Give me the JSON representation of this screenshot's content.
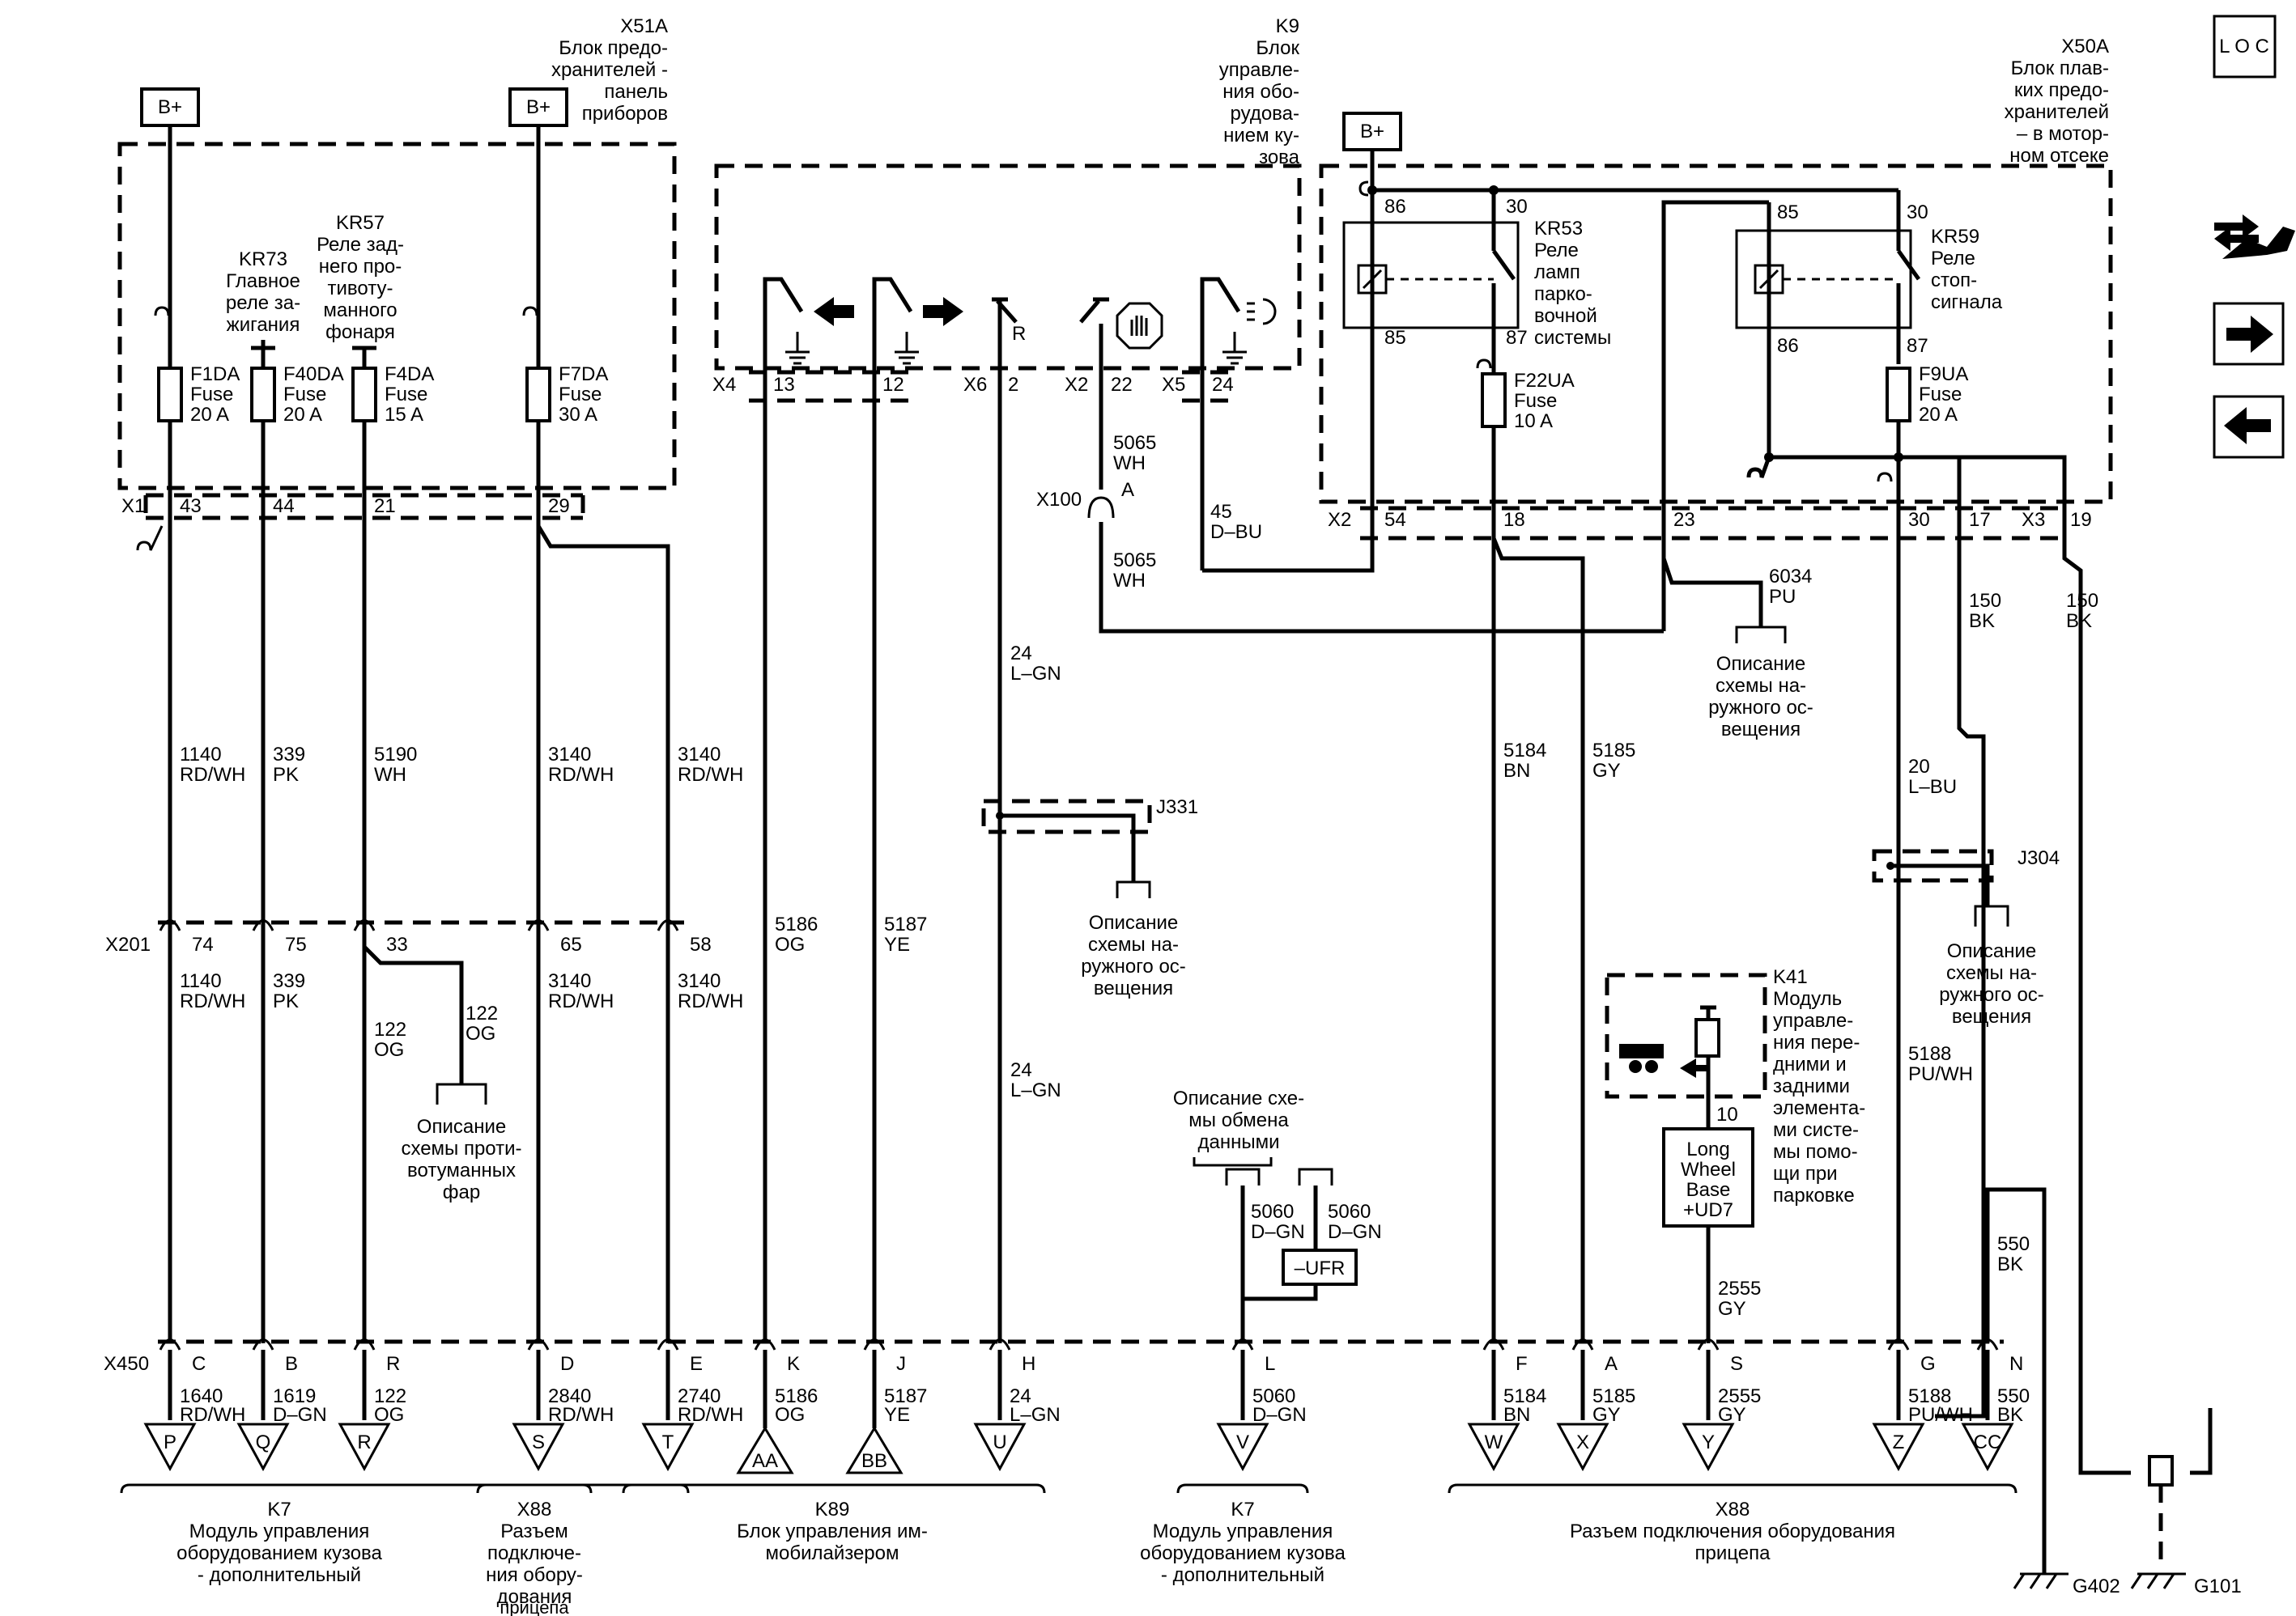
{
  "loc_label": "L O C",
  "bplus_label": "B+",
  "modules": {
    "x51a": [
      "X51A",
      "Блок предо-",
      "хранителей -",
      "панель",
      "приборов"
    ],
    "k9": [
      "K9",
      "Блок",
      "управле-",
      "ния обо-",
      "рудова-",
      "нием ку-",
      "зова"
    ],
    "x50a": [
      "X50A",
      "Блок плав-",
      "ких предо-",
      "хранителей",
      "– в мотор-",
      "ном отсеке"
    ],
    "k41": [
      "K41",
      "Модуль",
      "управле-",
      "ния пере-",
      "дними и",
      "задними",
      "элемента-",
      "ми систе-",
      "мы помо-",
      "щи при",
      "парковке"
    ]
  },
  "relays": {
    "kr73": [
      "KR73",
      "Главное",
      "реле за-",
      "жигания"
    ],
    "kr57": [
      "KR57",
      "Реле зад-",
      "него про-",
      "тивоту-",
      "манного",
      "фонаря"
    ],
    "kr53": [
      "KR53",
      "Реле",
      "ламп",
      "парко-",
      "вочной",
      "системы"
    ],
    "kr59": [
      "KR59",
      "Реле",
      "стоп-",
      "сигнала"
    ],
    "kr53_pins": [
      "86",
      "30",
      "85",
      "87"
    ],
    "kr59_pins": [
      "85",
      "30",
      "86",
      "87"
    ]
  },
  "fuses": {
    "f1da": [
      "F1DA",
      "Fuse",
      "20 A"
    ],
    "f40da": [
      "F40DA",
      "Fuse",
      "20 A"
    ],
    "f4da": [
      "F4DA",
      "Fuse",
      "15 A"
    ],
    "f7da": [
      "F7DA",
      "Fuse",
      "30 A"
    ],
    "f22ua": [
      "F22UA",
      "Fuse",
      "10 A"
    ],
    "f9ua": [
      "F9UA",
      "Fuse",
      "20 A"
    ]
  },
  "connectors": {
    "x1": "X1",
    "x2": "X2",
    "x3": "X3",
    "x4": "X4",
    "x5": "X5",
    "x6": "X6",
    "x2b": "X2",
    "x100": "X100",
    "x100_pin": "A",
    "x201": "X201",
    "x450": "X450",
    "j331": "J331",
    "j304": "J304",
    "x1_pins": [
      "43",
      "44",
      "21",
      "29"
    ],
    "k9_pins": [
      "13",
      "12",
      "2",
      "22",
      "24"
    ],
    "x50a_pins": [
      "54",
      "18",
      "23",
      "30",
      "17",
      "19"
    ],
    "x201_pins": [
      "74",
      "75",
      "33",
      "65",
      "58"
    ],
    "x450_pins": [
      "C",
      "B",
      "R",
      "D",
      "E",
      "K",
      "J",
      "H",
      "L",
      "F",
      "A",
      "S",
      "G",
      "N"
    ],
    "k41_pin": "10",
    "r_label": "R"
  },
  "wires": {
    "w1140": [
      "1140",
      "RD/WH"
    ],
    "w339": [
      "339",
      "PK"
    ],
    "w5190": [
      "5190",
      "WH"
    ],
    "w3140a": [
      "3140",
      "RD/WH"
    ],
    "w3140b": [
      "3140",
      "RD/WH"
    ],
    "w5186": [
      "5186",
      "OG"
    ],
    "w5187": [
      "5187",
      "YE"
    ],
    "w24a": [
      "24",
      "L–GN"
    ],
    "w24b": [
      "24",
      "L–GN"
    ],
    "w5065a": [
      "5065",
      "WH"
    ],
    "w5065b": [
      "5065",
      "WH"
    ],
    "w45": [
      "45",
      "D–BU"
    ],
    "w5184": [
      "5184",
      "BN"
    ],
    "w5185": [
      "5185",
      "GY"
    ],
    "w6034": [
      "6034",
      "PU"
    ],
    "w20": [
      "20",
      "L–BU"
    ],
    "w150a": [
      "150",
      "BK"
    ],
    "w150b": [
      "150",
      "BK"
    ],
    "w1140b": [
      "1140",
      "RD/WH"
    ],
    "w339b": [
      "339",
      "PK"
    ],
    "w122a": [
      "122",
      "OG"
    ],
    "w122b": [
      "122",
      "OG"
    ],
    "w3140c": [
      "3140",
      "RD/WH"
    ],
    "w3140d": [
      "3140",
      "RD/WH"
    ],
    "w5188": [
      "5188",
      "PU/WH"
    ],
    "w2555": [
      "2555",
      "GY"
    ],
    "w550": [
      "550",
      "BK"
    ],
    "w5060a": [
      "5060",
      "D–GN"
    ],
    "w5060b": [
      "5060",
      "D–GN"
    ],
    "b1640": [
      "1640",
      "RD/WH"
    ],
    "b1619": [
      "1619",
      "D–GN"
    ],
    "b122": [
      "122",
      "OG"
    ],
    "b2840": [
      "2840",
      "RD/WH"
    ],
    "b2740": [
      "2740",
      "RD/WH"
    ],
    "b5186": [
      "5186",
      "OG"
    ],
    "b5187": [
      "5187",
      "YE"
    ],
    "b24": [
      "24",
      "L–GN"
    ],
    "b5060": [
      "5060",
      "D–GN"
    ],
    "b5184": [
      "5184",
      "BN"
    ],
    "b5185": [
      "5185",
      "GY"
    ],
    "b2555": [
      "2555",
      "GY"
    ],
    "b5188": [
      "5188",
      "PU/WH"
    ],
    "b550": [
      "550",
      "BK"
    ]
  },
  "refs": {
    "ext_light_1": [
      "Описание",
      "схемы на-",
      "ружного ос-",
      "вещения"
    ],
    "ext_light_2": [
      "Описание",
      "схемы на-",
      "ружного ос-",
      "вещения"
    ],
    "ext_light_3": [
      "Описание",
      "схемы на-",
      "ружного ос-",
      "вещения"
    ],
    "fog": [
      "Описание",
      "схемы проти-",
      "вотуманных",
      "фар"
    ],
    "data": [
      "Описание схе-",
      "мы обмена",
      "данными"
    ]
  },
  "options": {
    "ufr": "–UFR",
    "lwb": [
      "Long",
      "Wheel",
      "Base",
      "+UD7"
    ]
  },
  "terminals": [
    "P",
    "Q",
    "R",
    "S",
    "T",
    "AA",
    "BB",
    "U",
    "V",
    "W",
    "X",
    "Y",
    "Z",
    "CC"
  ],
  "bottom_groups": {
    "k7a": [
      "K7",
      "Модуль управления",
      "оборудованием кузова",
      "- дополнительный"
    ],
    "x88a": [
      "X88",
      "Разъем",
      "подключе-",
      "ния обору-",
      "дования",
      "прицепа"
    ],
    "k89": [
      "K89",
      "Блок управления им-",
      "мобилайзером"
    ],
    "k7b": [
      "K7",
      "Модуль управления",
      "оборудованием кузова",
      "- дополнительный"
    ],
    "x88b": [
      "X88",
      "Разъем подключения оборудования",
      "прицепа"
    ]
  },
  "grounds": [
    "G402",
    "G101"
  ]
}
